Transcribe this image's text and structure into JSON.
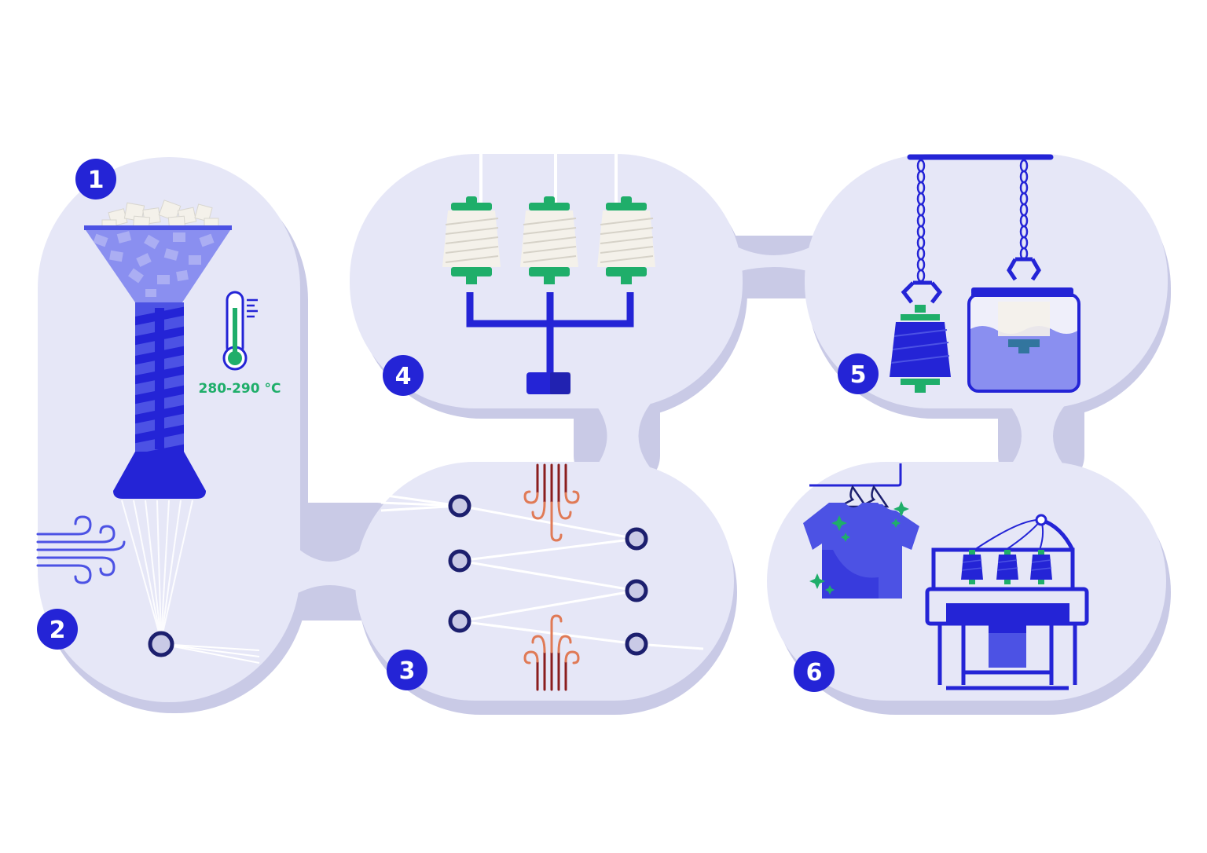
{
  "colors": {
    "panel": "#e6e7f7",
    "panel_shadow": "#c9cae6",
    "blue": "#2424d6",
    "blue_mid": "#4c52e4",
    "blue_light": "#8a8ff0",
    "navy": "#1c1f6e",
    "green": "#1fae6a",
    "yarn": "#f4f1ea",
    "heat": "#e07a56",
    "heat_dark": "#8b1e1e"
  },
  "steps": [
    {
      "number": "1",
      "description": "polymer chips fed into extruder hopper"
    },
    {
      "number": "2",
      "description": "melt spinning and air quenching"
    },
    {
      "number": "3",
      "description": "drawing filaments over heated rollers"
    },
    {
      "number": "4",
      "description": "winding yarn onto bobbins"
    },
    {
      "number": "5",
      "description": "dyeing yarn bobbins in a vat"
    },
    {
      "number": "6",
      "description": "knitting and finished garments"
    }
  ],
  "temperature": {
    "label": "280-290 °C"
  },
  "icons": [
    "thermometer-icon",
    "wind-icon",
    "heat-wave-icon",
    "hanger-icon",
    "sparkle-icon",
    "knitting-machine-icon"
  ]
}
